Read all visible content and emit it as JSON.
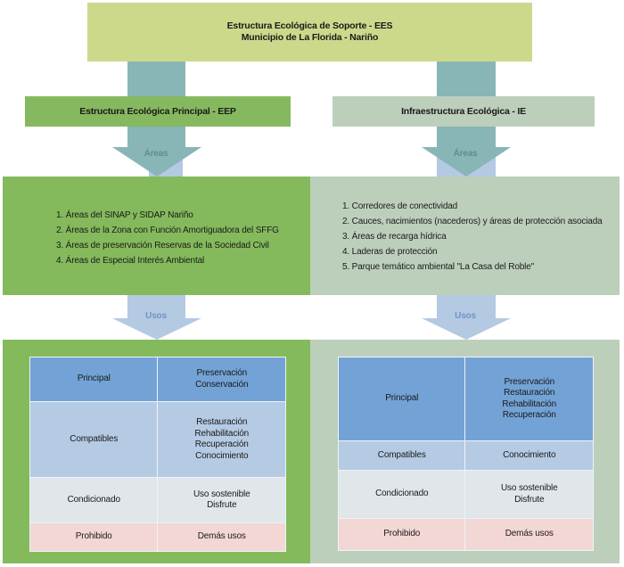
{
  "root": {
    "title_line1": "Estructura Ecológica de Soporte - EES",
    "title_line2": "Municipio de La Florida - Nariño"
  },
  "colors": {
    "root_box": "#cdd98a",
    "connector": "#88b5b5",
    "eep": "#86b95f",
    "ie": "#bccfbb",
    "arrow_usos": "#b4c9e2",
    "row_principal": "#73a3d6",
    "row_compatibles": "#b5cbe4",
    "row_condicionado": "#e0e6ea",
    "row_prohibido": "#f3d7d5"
  },
  "branches": {
    "eep": {
      "title": "Estructura Ecológica Principal - EEP",
      "areas_arrow_label": "Áreas",
      "areas": [
        "1. Áreas del SINAP y SIDAP Nariño",
        "2. Áreas de la Zona con Función Amortiguadora del SFFG",
        "3. Áreas de preservación Reservas de la Sociedad Civil",
        "4. Áreas de Especial Interés Ambiental"
      ],
      "usos_arrow_label": "Usos",
      "uses": [
        {
          "category": "Principal",
          "values": [
            "Preservación",
            "Conservación"
          ]
        },
        {
          "category": "Compatibles",
          "values": [
            "Restauración",
            "Rehabilitación",
            "Recuperación",
            "Conocimiento"
          ]
        },
        {
          "category": "Condicionado",
          "values": [
            "Uso sostenible",
            "Disfrute"
          ]
        },
        {
          "category": "Prohibido",
          "values": [
            "Demás usos"
          ]
        }
      ]
    },
    "ie": {
      "title": "Infraestructura Ecológica - IE",
      "areas_arrow_label": "Áreas",
      "areas": [
        "1. Corredores de conectividad",
        "2. Cauces, nacimientos (nacederos) y áreas de protección asociada",
        "3. Áreas de recarga hídrica",
        "4. Laderas de protección",
        "5. Parque temático ambiental \"La Casa del Roble\""
      ],
      "usos_arrow_label": "Usos",
      "uses": [
        {
          "category": "Principal",
          "values": [
            "Preservación",
            "Restauración",
            "Rehabilitación",
            "Recuperación"
          ]
        },
        {
          "category": "Compatibles",
          "values": [
            "Conocimiento"
          ]
        },
        {
          "category": "Condicionado",
          "values": [
            "Uso sostenible",
            "Disfrute"
          ]
        },
        {
          "category": "Prohibido",
          "values": [
            "Demás usos"
          ]
        }
      ]
    }
  }
}
